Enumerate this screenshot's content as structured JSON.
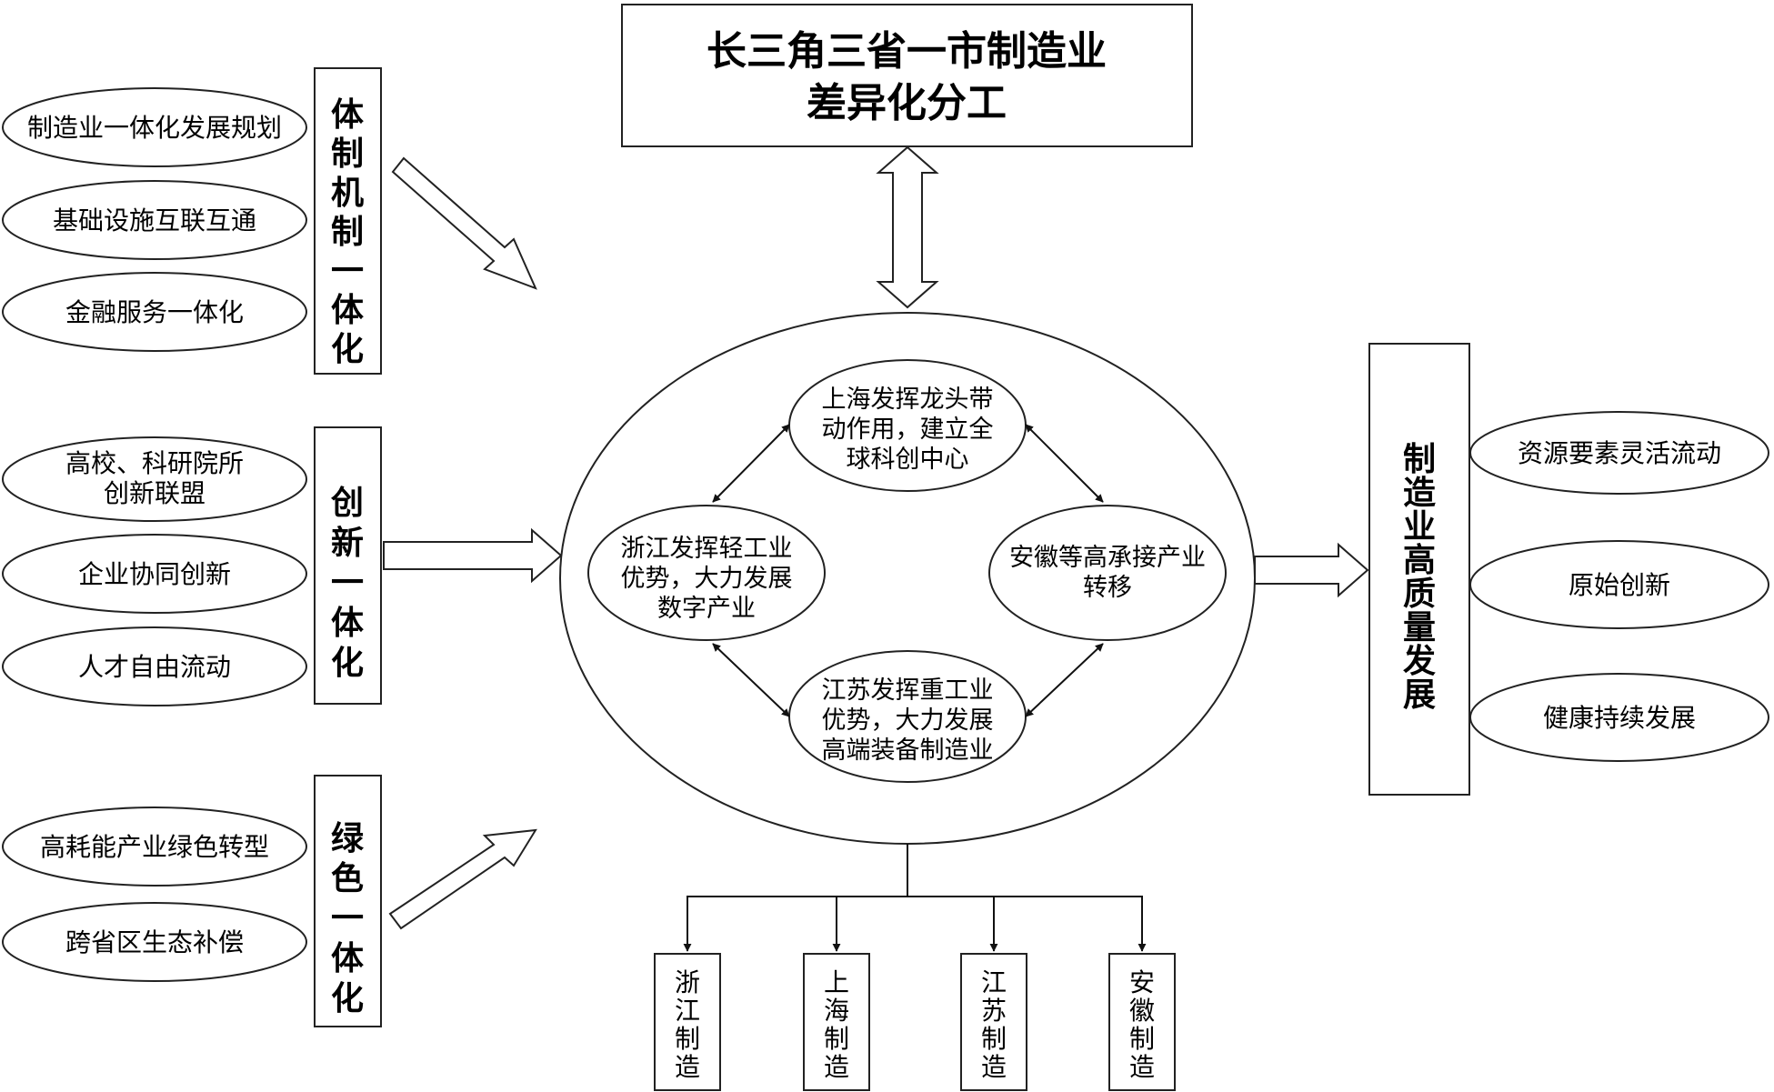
{
  "title": {
    "line1": "长三角三省一市制造业",
    "line2": "差异化分工"
  },
  "left_groups": [
    {
      "label": [
        "体",
        "制",
        "机",
        "制",
        "一",
        "体",
        "化"
      ],
      "items": [
        [
          "制造业一体化发展规划"
        ],
        [
          "基础设施互联互通"
        ],
        [
          "金融服务一体化"
        ]
      ]
    },
    {
      "label": [
        "创",
        "新",
        "一",
        "体",
        "化"
      ],
      "items": [
        [
          "高校、科研院所",
          "创新联盟"
        ],
        [
          "企业协同创新"
        ],
        [
          "人才自由流动"
        ]
      ]
    },
    {
      "label": [
        "绿",
        "色",
        "一",
        "体",
        "化"
      ],
      "items": [
        [
          "高耗能产业绿色转型"
        ],
        [
          "跨省区生态补偿"
        ]
      ]
    }
  ],
  "center": {
    "shanghai": [
      "上海发挥龙头带",
      "动作用，建立全",
      "球科创中心"
    ],
    "zhejiang": [
      "浙江发挥轻工业",
      "优势，大力发展",
      "数字产业"
    ],
    "anhui": [
      "安徽等高承接产业",
      "转移"
    ],
    "jiangsu": [
      "江苏发挥重工业",
      "优势，大力发展",
      "高端装备制造业"
    ]
  },
  "right": {
    "label": [
      "制",
      "造",
      "业",
      "高",
      "质",
      "量",
      "发",
      "展"
    ],
    "items": [
      "资源要素灵活流动",
      "原始创新",
      "健康持续发展"
    ]
  },
  "bottom": [
    [
      "浙",
      "江",
      "制",
      "造"
    ],
    [
      "上",
      "海",
      "制",
      "造"
    ],
    [
      "江",
      "苏",
      "制",
      "造"
    ],
    [
      "安",
      "徽",
      "制",
      "造"
    ]
  ]
}
